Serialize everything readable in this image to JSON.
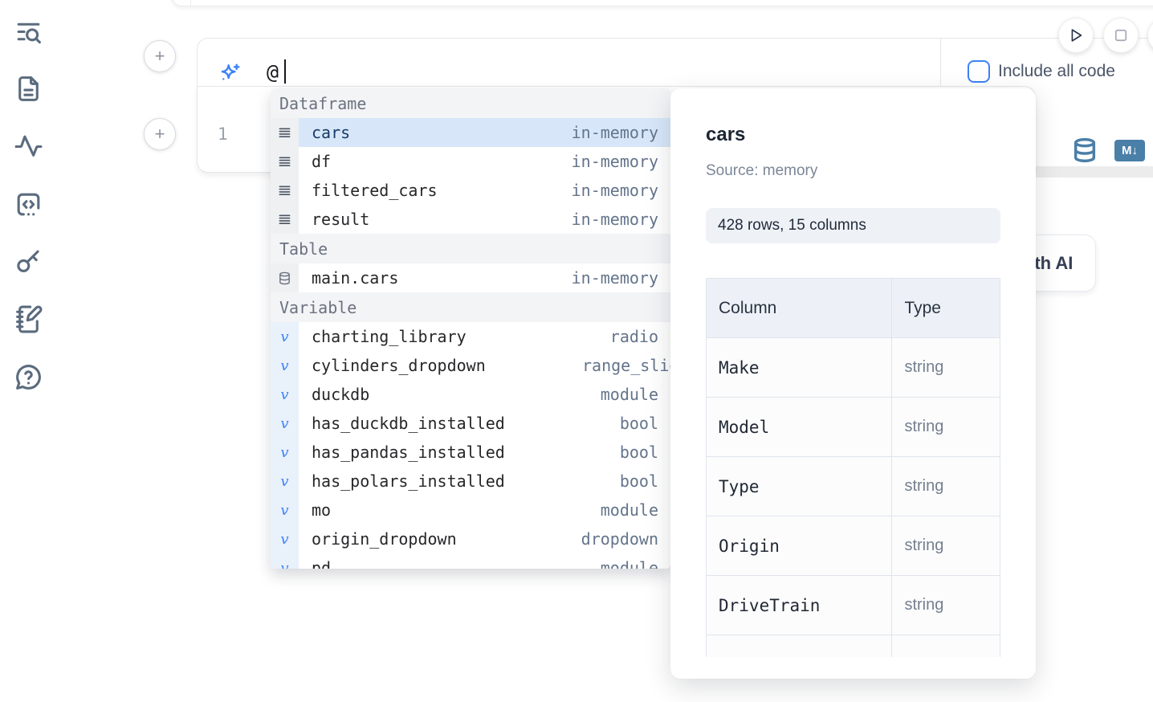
{
  "sidebar": {
    "icons": [
      "list-search-icon",
      "file-text-icon",
      "activity-icon",
      "code-square-icon",
      "key-icon",
      "notebook-pen-icon",
      "help-chat-icon"
    ]
  },
  "toolbar": {
    "sparkle_icon": "sparkles-icon",
    "input_text": "@",
    "include_all_code_label": "Include all code"
  },
  "run_controls": {
    "play_icon": "play-icon",
    "stop_icon": "stop-icon"
  },
  "cell": {
    "line_number": "1",
    "db_icon": "database-icon",
    "markdown_icon": "markdown-icon",
    "markdown_badge_text": "M↓"
  },
  "ai_button": {
    "label": "Generate with AI"
  },
  "autocomplete": {
    "sections": [
      {
        "label": "Dataframe",
        "icon": "dataframe-icon",
        "items": [
          {
            "name": "cars",
            "type": "in-memory",
            "selected": true
          },
          {
            "name": "df",
            "type": "in-memory"
          },
          {
            "name": "filtered_cars",
            "type": "in-memory"
          },
          {
            "name": "result",
            "type": "in-memory"
          }
        ]
      },
      {
        "label": "Table",
        "icon": "database-icon",
        "items": [
          {
            "name": "main.cars",
            "type": "in-memory"
          }
        ]
      },
      {
        "label": "Variable",
        "icon": "variable-icon",
        "items": [
          {
            "name": "charting_library",
            "type": "radio"
          },
          {
            "name": "cylinders_dropdown",
            "type": "range_slider",
            "clip": true
          },
          {
            "name": "duckdb",
            "type": "module"
          },
          {
            "name": "has_duckdb_installed",
            "type": "bool"
          },
          {
            "name": "has_pandas_installed",
            "type": "bool"
          },
          {
            "name": "has_polars_installed",
            "type": "bool"
          },
          {
            "name": "mo",
            "type": "module"
          },
          {
            "name": "origin_dropdown",
            "type": "dropdown"
          },
          {
            "name": "pd",
            "type": "module"
          }
        ]
      }
    ]
  },
  "preview": {
    "title": "cars",
    "source": "Source: memory",
    "shape_badge": "428 rows, 15 columns",
    "table": {
      "headers": [
        "Column",
        "Type"
      ],
      "rows": [
        [
          "Make",
          "string"
        ],
        [
          "Model",
          "string"
        ],
        [
          "Type",
          "string"
        ],
        [
          "Origin",
          "string"
        ],
        [
          "DriveTrain",
          "string"
        ]
      ],
      "has_partial_row": true
    }
  },
  "colors": {
    "accent_blue": "#3b82f6",
    "steel_blue": "#4a7fa8",
    "selected_row_bg": "#d7e7f9",
    "badge_bg": "#eef1f6",
    "table_header_bg": "#edf1f7",
    "icon_slate": "#5b6b7f"
  }
}
